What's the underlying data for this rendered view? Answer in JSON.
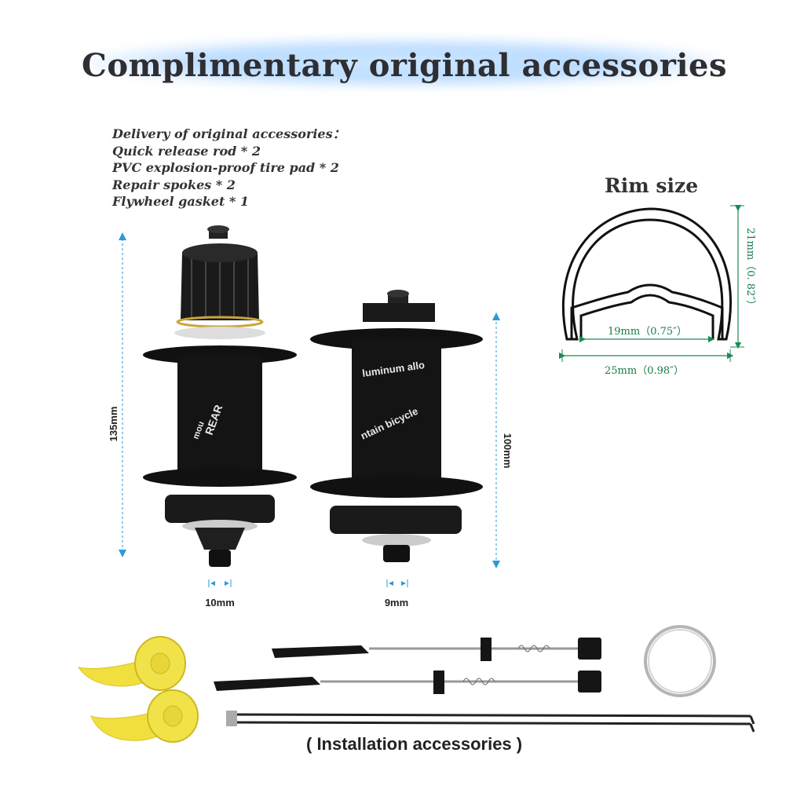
{
  "header": {
    "title": "Complimentary original accessories"
  },
  "delivery": {
    "heading": "Delivery of original accessories：",
    "items": [
      "Quick release rod * 2",
      "PVC explosion-proof tire pad * 2",
      "Repair spokes * 2",
      "Flywheel gasket * 1"
    ]
  },
  "rim": {
    "title": "Rim size",
    "height_label": "21mm（0. 82″）",
    "inner_width_label": "19mm（0.75″）",
    "outer_width_label": "25mm（0.98″）"
  },
  "hubs": {
    "rear_length": "135mm",
    "front_length": "100mm",
    "rear_axle": "10mm",
    "front_axle": "9mm",
    "rear_labels": [
      "REAR",
      "mou"
    ],
    "front_labels": [
      "luminum allo",
      "ntain bicycle"
    ]
  },
  "footer": {
    "caption": "( Installation accessories )"
  },
  "colors": {
    "dimension_blue": "#2a9ad6",
    "rim_green": "#1a8a55",
    "rim_tape": "#f2e24a",
    "hub_black": "#151515"
  }
}
